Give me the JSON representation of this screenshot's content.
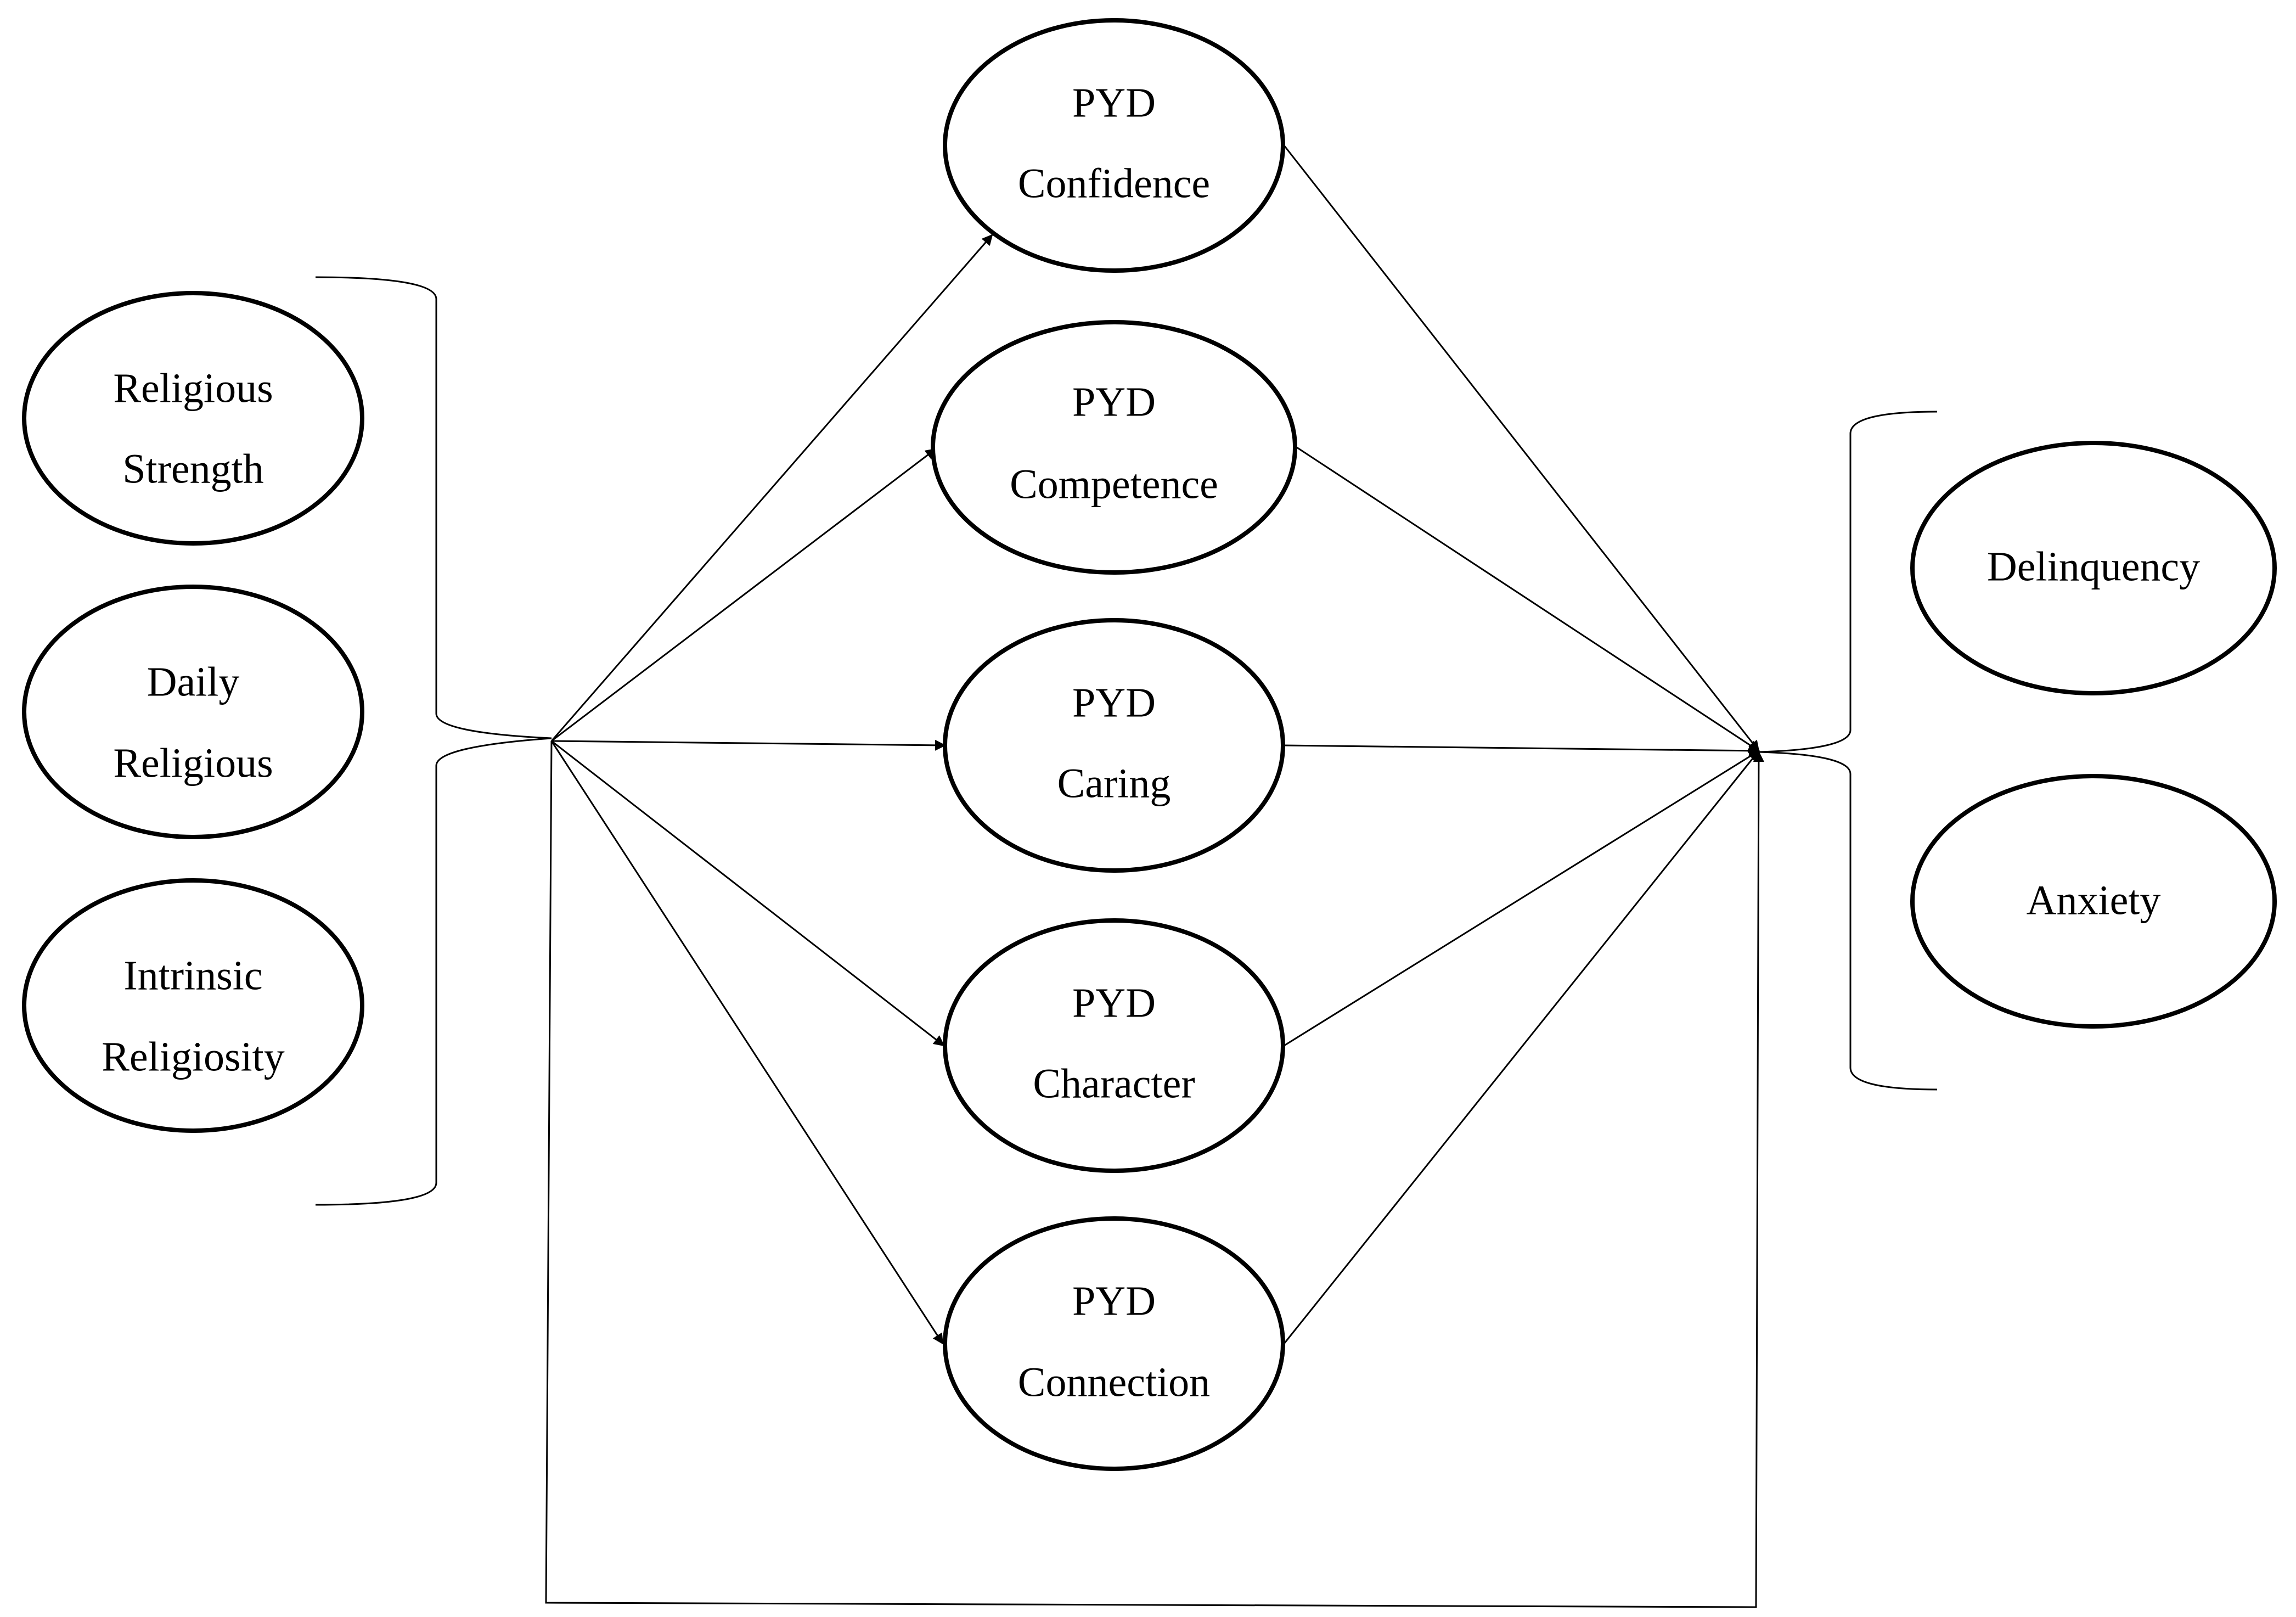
{
  "nodes": {
    "religious_strength": {
      "line1": "Religious",
      "line2": "Strength"
    },
    "daily_religious": {
      "line1": "Daily",
      "line2": "Religious"
    },
    "intrinsic_religiosity": {
      "line1": "Intrinsic",
      "line2": "Religiosity"
    },
    "pyd_confidence": {
      "line1": "PYD",
      "line2": "Confidence"
    },
    "pyd_competence": {
      "line1": "PYD",
      "line2": "Competence"
    },
    "pyd_caring": {
      "line1": "PYD",
      "line2": "Caring"
    },
    "pyd_character": {
      "line1": "PYD",
      "line2": "Character"
    },
    "pyd_connection": {
      "line1": "PYD",
      "line2": "Connection"
    },
    "delinquency": {
      "label": "Delinquency"
    },
    "anxiety": {
      "label": "Anxiety"
    }
  },
  "edges": [
    {
      "from": "predictors",
      "to": "pyd_confidence"
    },
    {
      "from": "predictors",
      "to": "pyd_competence"
    },
    {
      "from": "predictors",
      "to": "pyd_caring"
    },
    {
      "from": "predictors",
      "to": "pyd_character"
    },
    {
      "from": "predictors",
      "to": "pyd_connection"
    },
    {
      "from": "pyd_confidence",
      "to": "outcomes"
    },
    {
      "from": "pyd_competence",
      "to": "outcomes"
    },
    {
      "from": "pyd_caring",
      "to": "outcomes"
    },
    {
      "from": "pyd_character",
      "to": "outcomes"
    },
    {
      "from": "pyd_connection",
      "to": "outcomes"
    },
    {
      "from": "predictors",
      "to": "outcomes",
      "route": "direct-bottom"
    }
  ]
}
